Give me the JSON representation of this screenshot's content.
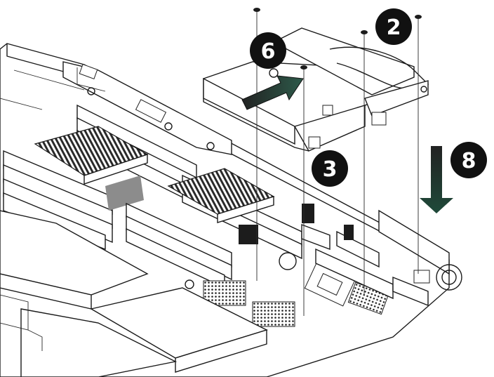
{
  "steps": [
    {
      "label": "6",
      "id": "insert-riser"
    },
    {
      "label": "2",
      "id": "screw-right"
    },
    {
      "label": "3",
      "id": "screw-left"
    },
    {
      "label": "8",
      "id": "lower-down"
    }
  ],
  "colors": {
    "badge": "#111111",
    "down_arrow_top": "#222222",
    "down_arrow_bottom": "#1f4a3a",
    "push_arrow_bottom": "#2d5a4a"
  }
}
